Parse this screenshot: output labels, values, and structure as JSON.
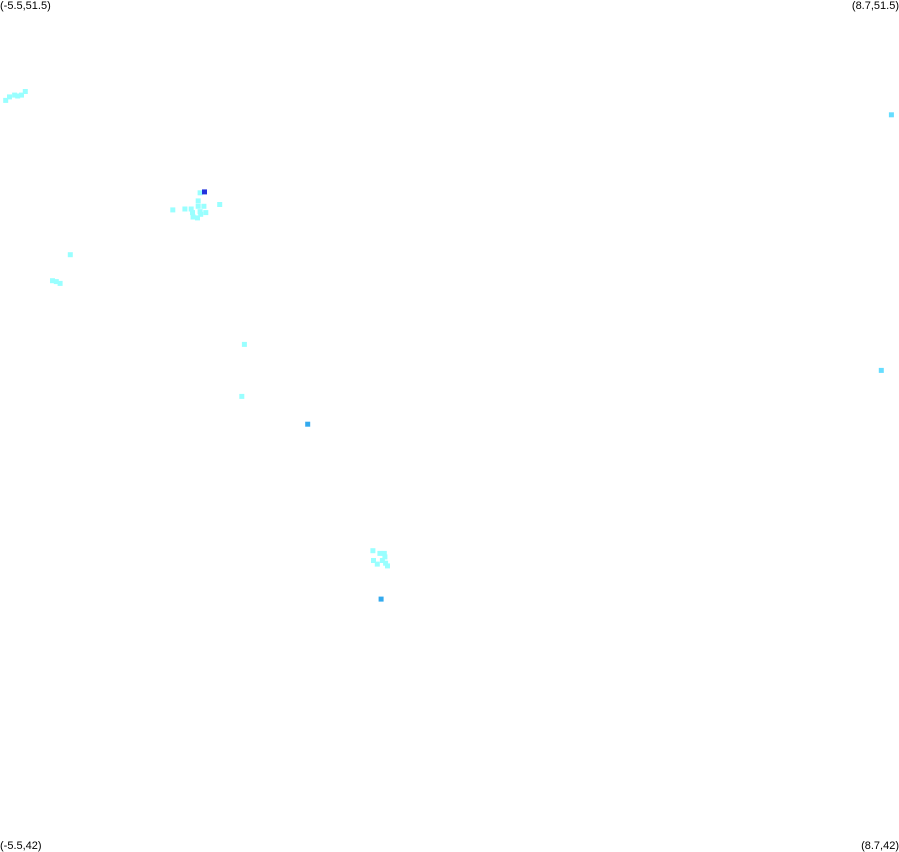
{
  "corners": {
    "top_left": "(-5.5,51.5)",
    "top_right": "(8.7,51.5)",
    "bottom_left": "(-5.5,42)",
    "bottom_right": "(8.7,42)"
  },
  "colors": {
    "background": "#ffffff",
    "light": "#99ffff",
    "medium": "#66ddff",
    "strong": "#33aaee",
    "darkest": "#2233dd"
  },
  "chart_data": {
    "type": "scatter",
    "xlim": [
      -5.5,
      8.7
    ],
    "ylim": [
      42,
      51.5
    ],
    "grid": false,
    "points": [
      {
        "lon": -5.41,
        "lat": 50.38,
        "level": "light"
      },
      {
        "lon": -5.35,
        "lat": 50.42,
        "level": "light"
      },
      {
        "lon": -5.27,
        "lat": 50.44,
        "level": "light"
      },
      {
        "lon": -5.22,
        "lat": 50.43,
        "level": "light"
      },
      {
        "lon": -5.16,
        "lat": 50.44,
        "level": "light"
      },
      {
        "lon": -5.1,
        "lat": 50.48,
        "level": "light"
      },
      {
        "lon": -2.34,
        "lat": 49.35,
        "level": "light"
      },
      {
        "lon": -2.46,
        "lat": 49.13,
        "level": "light"
      },
      {
        "lon": -2.58,
        "lat": 49.17,
        "level": "light"
      },
      {
        "lon": -2.48,
        "lat": 49.17,
        "level": "light"
      },
      {
        "lon": -2.37,
        "lat": 49.2,
        "level": "light"
      },
      {
        "lon": -2.37,
        "lat": 49.26,
        "level": "light"
      },
      {
        "lon": -2.28,
        "lat": 49.2,
        "level": "light"
      },
      {
        "lon": -2.33,
        "lat": 49.11,
        "level": "light"
      },
      {
        "lon": -2.45,
        "lat": 49.08,
        "level": "light"
      },
      {
        "lon": -2.38,
        "lat": 49.07,
        "level": "light"
      },
      {
        "lon": -2.25,
        "lat": 49.13,
        "level": "light"
      },
      {
        "lon": -2.03,
        "lat": 49.22,
        "level": "light"
      },
      {
        "lon": -2.77,
        "lat": 49.16,
        "level": "light"
      },
      {
        "lon": -2.34,
        "lat": 49.14,
        "level": "light"
      },
      {
        "lon": -2.27,
        "lat": 49.36,
        "level": "darkest"
      },
      {
        "lon": -4.39,
        "lat": 48.66,
        "level": "light"
      },
      {
        "lon": -4.67,
        "lat": 48.37,
        "level": "light"
      },
      {
        "lon": -4.61,
        "lat": 48.36,
        "level": "light"
      },
      {
        "lon": -4.55,
        "lat": 48.34,
        "level": "light"
      },
      {
        "lon": -1.64,
        "lat": 47.66,
        "level": "light"
      },
      {
        "lon": -1.68,
        "lat": 47.08,
        "level": "light"
      },
      {
        "lon": -0.64,
        "lat": 46.77,
        "level": "strong"
      },
      {
        "lon": 0.39,
        "lat": 45.36,
        "level": "light"
      },
      {
        "lon": 0.5,
        "lat": 45.33,
        "level": "light"
      },
      {
        "lon": 0.57,
        "lat": 45.33,
        "level": "light"
      },
      {
        "lon": 0.58,
        "lat": 45.29,
        "level": "light"
      },
      {
        "lon": 0.4,
        "lat": 45.25,
        "level": "light"
      },
      {
        "lon": 0.54,
        "lat": 45.25,
        "level": "light"
      },
      {
        "lon": 0.59,
        "lat": 45.22,
        "level": "light"
      },
      {
        "lon": 0.46,
        "lat": 45.21,
        "level": "light"
      },
      {
        "lon": 0.62,
        "lat": 45.19,
        "level": "light"
      },
      {
        "lon": 0.52,
        "lat": 44.82,
        "level": "strong"
      },
      {
        "lon": 8.42,
        "lat": 47.37,
        "level": "medium"
      },
      {
        "lon": 8.58,
        "lat": 50.22,
        "level": "medium"
      }
    ]
  }
}
